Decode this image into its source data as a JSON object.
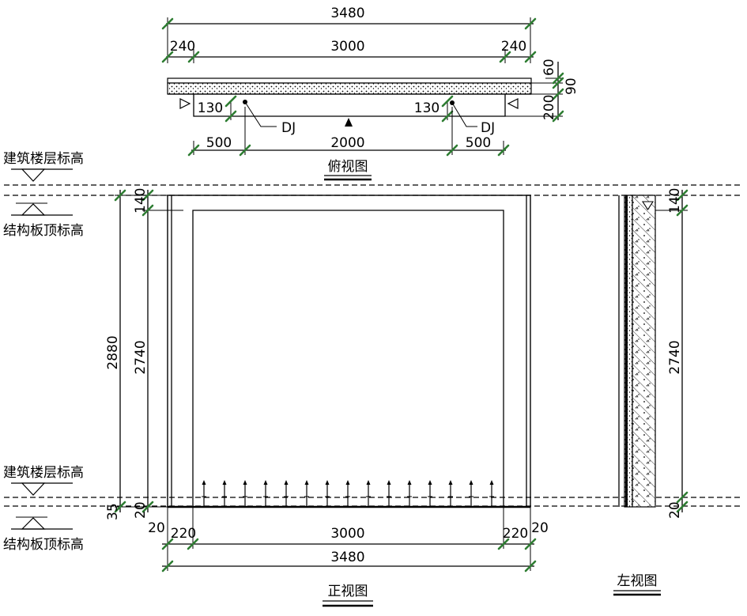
{
  "top_view": {
    "overall_width": "3480",
    "side_left": "240",
    "middle": "3000",
    "side_right": "240",
    "thickness_top": "60",
    "thickness_total": "90",
    "depth": "200",
    "offset_left": "130",
    "offset_right": "130",
    "anchor_label_left": "DJ",
    "anchor_label_right": "DJ",
    "spacing_left": "500",
    "spacing_middle": "2000",
    "spacing_right": "500",
    "title": "俯视图"
  },
  "elevation_labels": {
    "floor_level_top": "建筑楼层标高",
    "slab_level_top": "结构板顶标高",
    "floor_level_bottom": "建筑楼层标高",
    "slab_level_bottom": "结构板顶标高"
  },
  "front_view": {
    "top_gap": "140",
    "total_height": "2880",
    "opening_height": "2740",
    "bottom_left_a": "35",
    "bottom_left_b": "20",
    "bottom_edge_left": "20",
    "bottom_side_left": "220",
    "bottom_middle": "3000",
    "bottom_side_right": "220",
    "bottom_edge_right": "20",
    "bottom_overall": "3480",
    "title": "正视图"
  },
  "left_view": {
    "top_gap": "140",
    "opening_height": "2740",
    "bottom_gap": "20",
    "title": "左视图"
  }
}
